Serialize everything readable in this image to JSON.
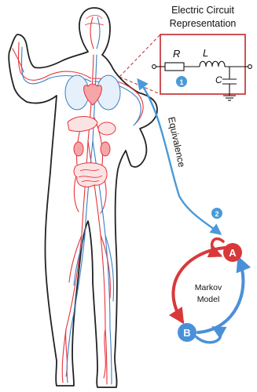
{
  "circuit": {
    "title_line1": "Electric Circuit",
    "title_line2": "Representation",
    "label_r": "R",
    "label_l": "L",
    "label_c": "C"
  },
  "link": {
    "label": "Equivalence",
    "step1": "1",
    "step2": "2"
  },
  "markov": {
    "title_line1": "Markov",
    "title_line2": "Model",
    "state_a": "A",
    "state_b": "B"
  },
  "colors": {
    "body_outline": "#222222",
    "artery": "#e8333c",
    "vein": "#3a7fc4",
    "circuit_box": "#c1272d",
    "step_badge": "#4a9ad8",
    "state_a": "#d9383a",
    "state_b": "#4a90d9"
  }
}
